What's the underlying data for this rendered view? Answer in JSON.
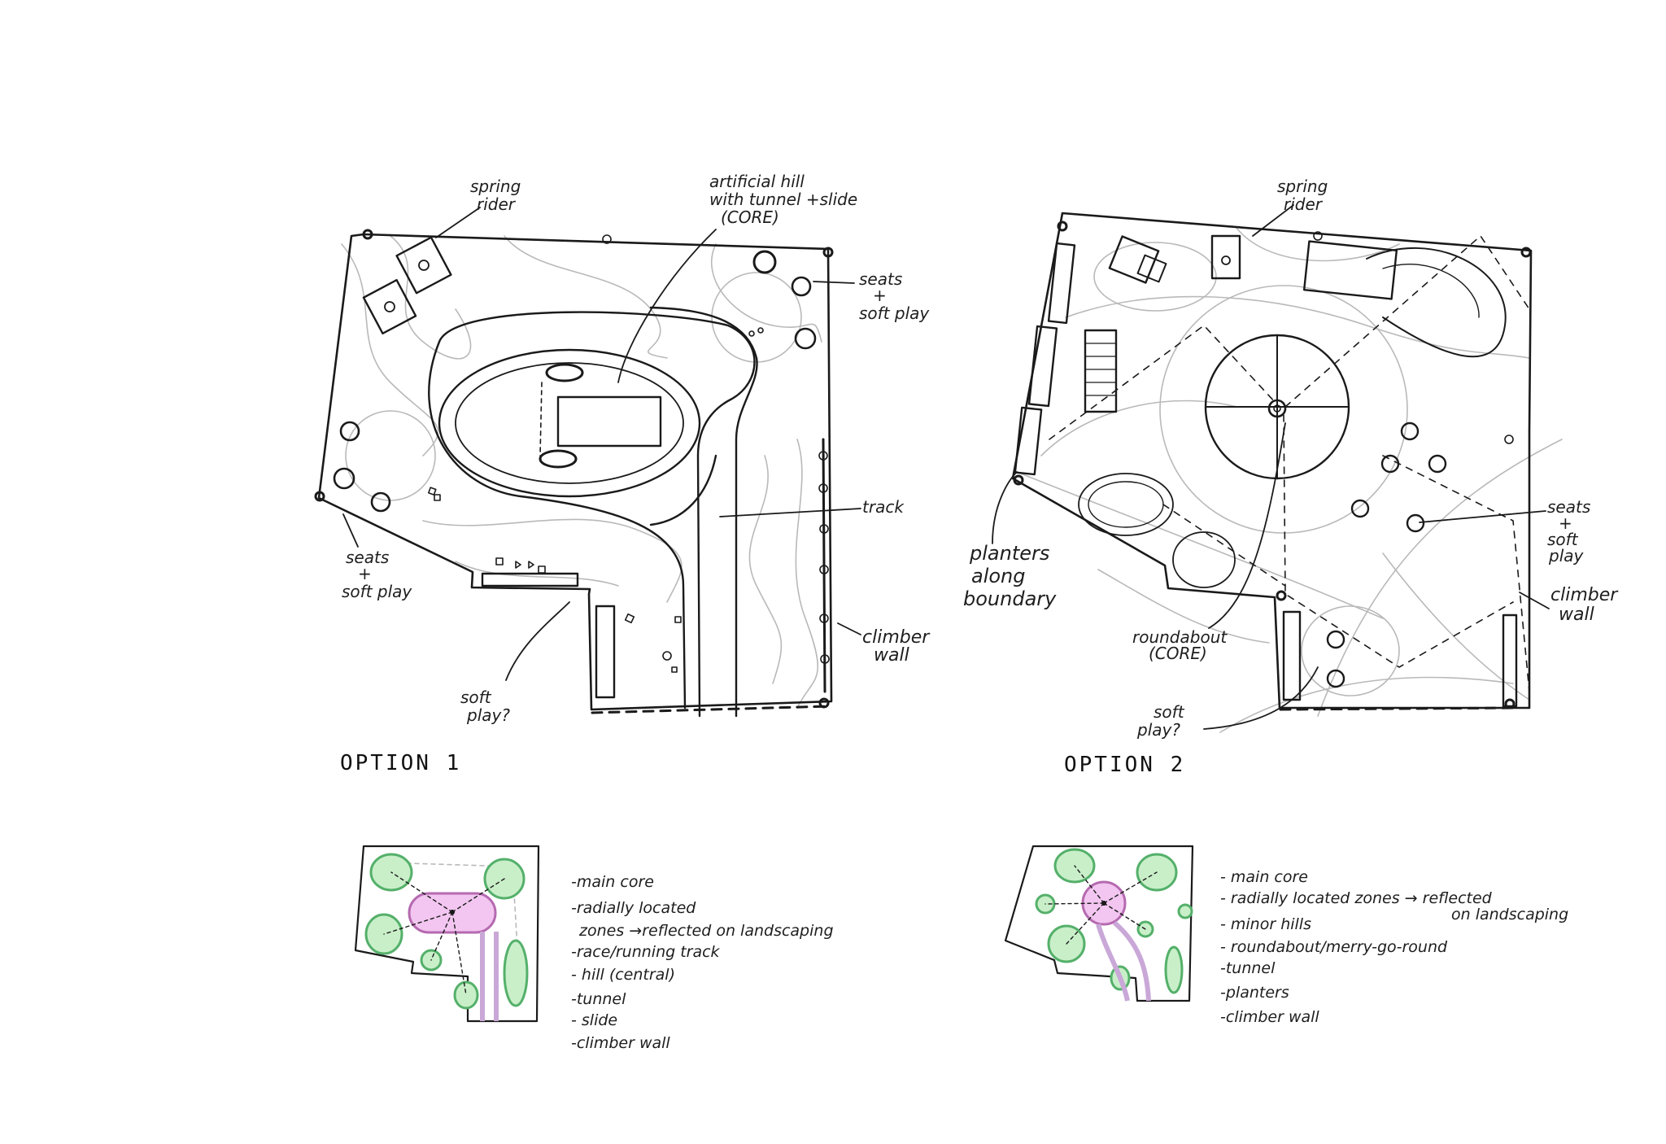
{
  "option1": {
    "title": "OPTION 1",
    "labels": {
      "spring_rider": [
        "spring",
        "rider"
      ],
      "hill": [
        "artificial hill",
        "with tunnel +slide",
        "(CORE)"
      ],
      "seats_right": [
        "seats",
        "+",
        "soft play"
      ],
      "seats_left": [
        "seats",
        "+",
        "soft play"
      ],
      "track": "track",
      "climber": [
        "climber",
        "wall"
      ],
      "soft_play": [
        "soft",
        "play?"
      ]
    },
    "concept_list": [
      "-main core",
      "-radially located",
      "zones →reflected on landscaping",
      "-race/running track",
      "- hill (central)",
      "-tunnel",
      "- slide",
      "-climber wall"
    ]
  },
  "option2": {
    "title": "OPTION 2",
    "labels": {
      "spring_rider": [
        "spring",
        "rider"
      ],
      "seats": [
        "seats",
        "+",
        "soft",
        "play"
      ],
      "climber": [
        "climber",
        "wall"
      ],
      "planters": [
        "planters",
        "along",
        "boundary"
      ],
      "roundabout": [
        "roundabout",
        "(CORE)"
      ],
      "soft_play": [
        "soft",
        "play?"
      ]
    },
    "concept_list": [
      "- main core",
      "- radially located zones → reflected",
      "on landscaping",
      "- minor hills",
      "- roundabout/merry-go-round",
      "-tunnel",
      "-planters",
      "-climber wall"
    ]
  },
  "colors": {
    "ink": "#1a1a1a",
    "pencil": "#b9b9b9",
    "zone_green": "#c9efc9",
    "core_magenta": "#f2c6f0"
  }
}
